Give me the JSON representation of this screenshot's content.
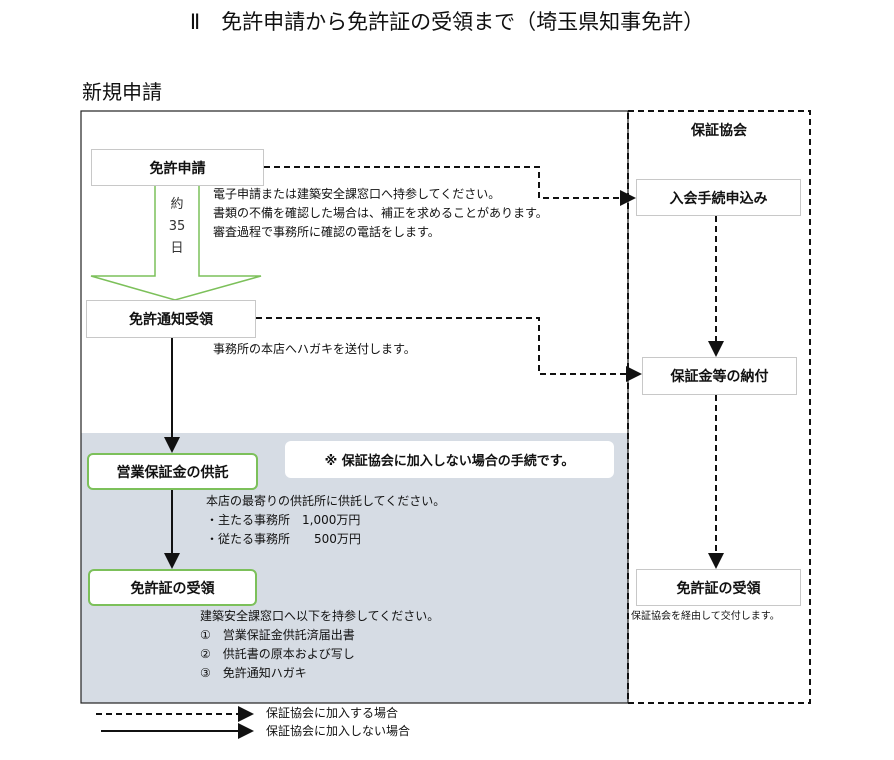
{
  "title": "Ⅱ　免許申請から免許証の受領まで（埼玉県知事免許）",
  "section": "新規申請",
  "association_header": "保証協会",
  "left": {
    "apply": "免許申請",
    "apply_notes": [
      "電子申請または建築安全課窓口へ持参してください。",
      "書類の不備を確認した場合は、補正を求めることがあります。",
      "審査過程で事務所に確認の電話をします。"
    ],
    "duration": [
      "約",
      "35",
      "日"
    ],
    "notice": "免許通知受領",
    "notice_note": "事務所の本店へハガキを送付します。",
    "note_box": "※ 保証協会に加入しない場合の手続です。",
    "deposit": "営業保証金の供託",
    "deposit_notes": [
      "本店の最寄りの供託所に供託してください。",
      "・主たる事務所　1,000万円",
      "・従たる事務所　　500万円"
    ],
    "receive": "免許証の受領",
    "receive_notes": [
      "建築安全課窓口へ以下を持参してください。",
      "①　営業保証金供託済届出書",
      "②　供託書の原本および写し",
      "③　免許通知ハガキ"
    ]
  },
  "right": {
    "join": "入会手続申込み",
    "payment": "保証金等の納付",
    "receive": "免許証の受領",
    "receive_note": "保証協会を経由して交付します。"
  },
  "legend": {
    "dashed": "保証協会に加入する場合",
    "solid": "保証協会に加入しない場合"
  },
  "colors": {
    "green": "#7cc05a",
    "gray_region": "#d6dce4"
  }
}
